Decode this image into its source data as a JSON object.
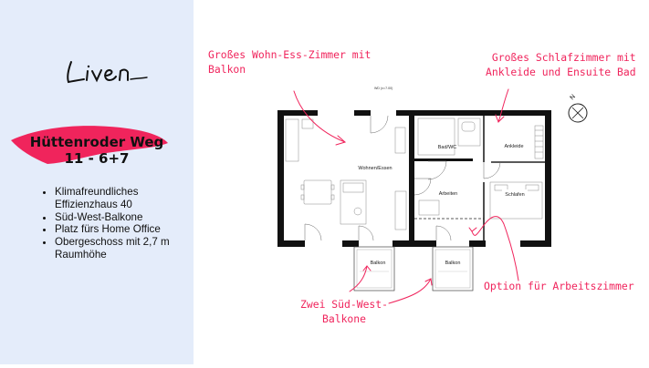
{
  "brand": {
    "logo_text": "Liven"
  },
  "sidebar": {
    "title_line1": "Hüttenroder Weg",
    "title_line2": "11 - 6+7",
    "bullets": [
      "Klimafreundliches Effizienzhaus 40",
      "Süd-West-Balkone",
      "Platz fürs Home Office",
      "Obergeschoss mit 2,7 m Raumhöhe"
    ]
  },
  "annotations": {
    "living": [
      "Großes Wohn-Ess-Zimmer mit",
      "Balkon"
    ],
    "bedroom": [
      "Großes Schlafzimmer mit",
      "Ankleide und Ensuite Bad"
    ],
    "office": "Option für Arbeitszimmer",
    "balconies": [
      "Zwei Süd-West-",
      "Balkone"
    ]
  },
  "floorplan": {
    "rooms": {
      "living": "Wohnen/Essen",
      "bath": "Bad/WC",
      "dressing": "Ankleide",
      "work": "Arbeiten",
      "sleep": "Schlafen",
      "balcony_left": "Balkon",
      "balcony_right": "Balkon"
    },
    "window_note": "WD (x=7.00)",
    "compass_label": "N"
  },
  "colors": {
    "accent": "#f0245c",
    "sidebar_bg": "#e4ecfa",
    "wall": "#111111"
  }
}
